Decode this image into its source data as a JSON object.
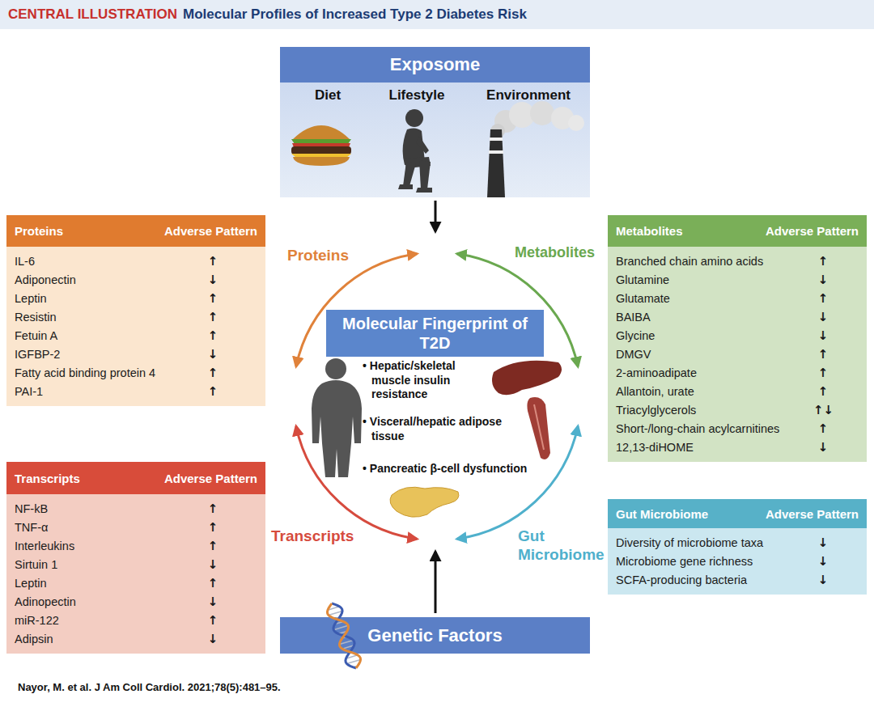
{
  "diagram": {
    "title": "Molecular Profiles of Increased Type 2 Diabetes Risk",
    "caption": "Nayor, M. et al. J Am Coll Cardiol. 2021;78(5):481–95.",
    "nodes": [
      {
        "text": [
          "Exposome",
          "Diet",
          "Lifestyle",
          "Environment"
        ]
      },
      {
        "text": [
          "Proteins",
          "Adverse Pattern",
          "IL-6",
          "↑",
          "Adiponectin",
          "↓",
          "Leptin",
          "↑",
          "Resistin",
          "↑",
          "Fetuin A",
          "↑",
          "IGFBP-2",
          "↓",
          "Fatty acid binding protein 4",
          "↑",
          "PAI-1",
          "↑"
        ]
      },
      {
        "text": [
          "Metabolites",
          "Adverse Pattern",
          "Branched chain amino acids",
          "↑",
          "Glutamine",
          "↓",
          "Glutamate",
          "↑",
          "BAIBA",
          "↓",
          "Glycine",
          "↓",
          "DMGV",
          "↑",
          "2-aminoadipate",
          "↑",
          "Allantoin, urate",
          "↑",
          "Triacylglycerols",
          "↑↓",
          "Short-/long-chain acylcarnitines",
          "↑",
          "12,13-diHOME",
          "↓"
        ]
      },
      {
        "text": [
          "Molecular Fingerprint of T2D"
        ]
      },
      {
        "text": [
          "Transcripts",
          "Adverse Pattern",
          "NF-kB",
          "↑",
          "TNF-α",
          "↑",
          "Interleukins",
          "↑",
          "Sirtuin 1",
          "↓",
          "Leptin",
          "↑",
          "Adinopectin",
          "↓",
          "miR-122",
          "↑",
          "Adipsin",
          "↓"
        ]
      },
      {
        "text": [
          "Gut Microbiome",
          "Adverse Pattern",
          "Diversity of microbiome taxa",
          "↓",
          "Microbiome gene richness",
          "↓",
          "SCFA-producing bacteria",
          "↓"
        ]
      },
      {
        "text": [
          "Genetic Factors"
        ]
      }
    ],
    "labels": [
      "CENTRAL ILLUSTRATION",
      "Proteins",
      "Metabolites",
      "Transcripts",
      "Gut Microbiome",
      "• Hepatic/skeletal muscle insulin resistance",
      "• Visceral/hepatic adipose tissue",
      "• Pancreatic β-cell dysfunction"
    ]
  }
}
